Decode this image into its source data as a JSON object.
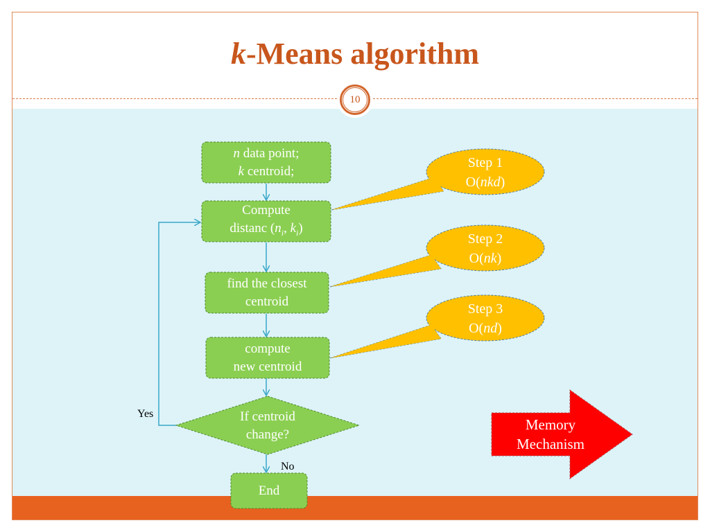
{
  "slide": {
    "title_italic": "k",
    "title_rest": "-Means algorithm",
    "page_number": "10"
  },
  "nodes": {
    "input": {
      "line1": {
        "var": "n",
        "text": " data point;"
      },
      "line2": {
        "var": "k",
        "text": " centroid;"
      }
    },
    "compute_distance": {
      "line1": "Compute",
      "line2_prefix": "distanc (",
      "var1": "n",
      "sub1": "i",
      "sep": ", ",
      "var2": "k",
      "sub2": "i",
      "line2_suffix": ")"
    },
    "find_closest": {
      "line1": "find the closest",
      "line2": "centroid"
    },
    "compute_new": {
      "line1": "compute",
      "line2": "new centroid"
    },
    "decision": {
      "line1": "If centroid",
      "line2": "change?"
    },
    "end": {
      "label": "End"
    }
  },
  "callouts": [
    {
      "step": "Step 1",
      "prefix": "O(",
      "complexity": "nkd",
      "suffix": ")"
    },
    {
      "step": "Step 2",
      "prefix": "O(",
      "complexity": "nk",
      "suffix": ")"
    },
    {
      "step": "Step 3",
      "prefix": "O(",
      "complexity": "nd",
      "suffix": ")"
    }
  ],
  "edge_labels": {
    "yes": "Yes",
    "no": "No"
  },
  "memory_arrow": {
    "line1": "Memory",
    "line2": "Mechanism"
  },
  "colors": {
    "title": "#c8561c",
    "background": "#ddf3f8",
    "footer": "#e8621f",
    "node_fill": "#8bcf52",
    "node_border": "#4d8a2e",
    "callout_fill": "#ffc000",
    "arrow_line": "#3aa7c8",
    "memory_fill": "#ff0000"
  }
}
